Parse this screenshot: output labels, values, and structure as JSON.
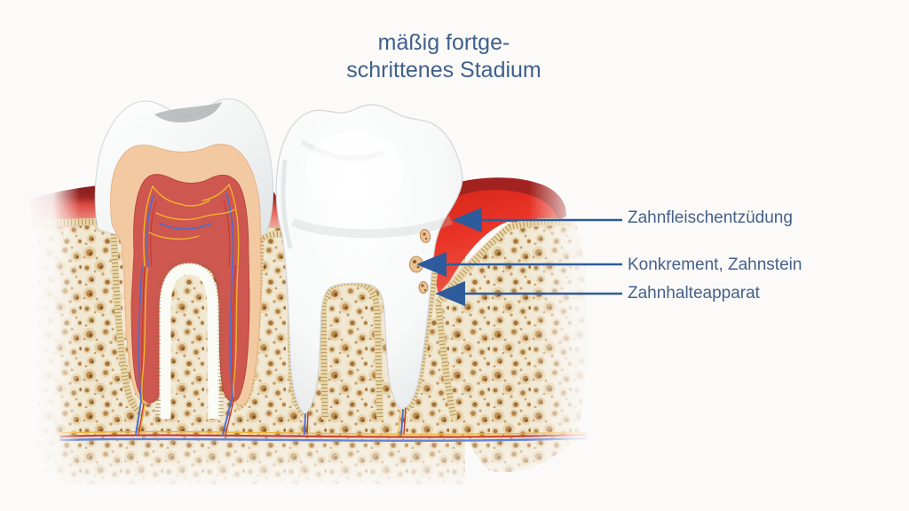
{
  "title": {
    "line1": "mäßig fortge-",
    "line2": "schrittenes Stadium"
  },
  "annotations": [
    {
      "id": "gingivitis",
      "label": "Zahnfleischentzüdung"
    },
    {
      "id": "calculus",
      "label": "Konkrement, Zahnstein"
    },
    {
      "id": "periodontium",
      "label": "Zahnhalteapparat"
    }
  ],
  "colors": {
    "background": "#fbfaf9",
    "title_text": "#40608a",
    "label_text": "#45618a",
    "arrow": "#2d5b9b",
    "inflamed_gum": "#e93326",
    "gum_dark_rim": "#9b2120",
    "healthy_gum": "#e0524a",
    "bone_base": "#f1e8d3",
    "bone_cell": "#bd8d52",
    "cortical_bone": "#ead7a8",
    "ligament_hatch": "#8f6f38",
    "tooth_enamel": "#ffffff",
    "dentin": "#f3c9a1",
    "pulp": "#ce5750",
    "nerve_yellow": "#eeb42c",
    "vessel_blue": "#4a6fd0",
    "vessel_red": "#c23a30",
    "calculus_deposit": "#eac193"
  }
}
